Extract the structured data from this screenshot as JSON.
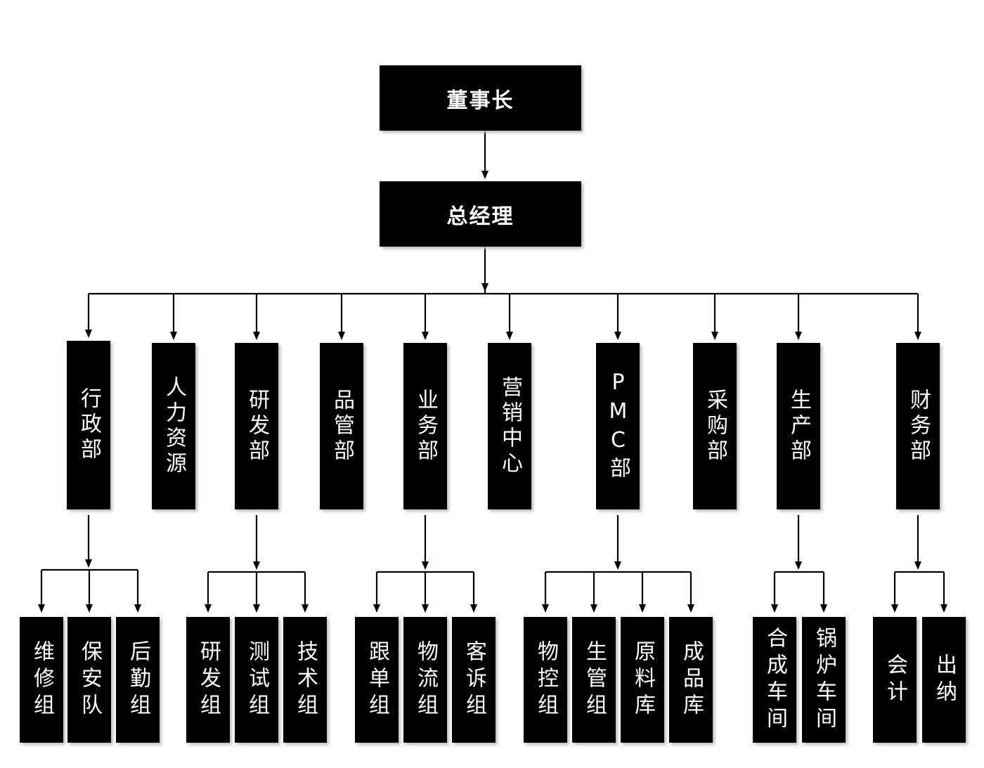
{
  "top": [
    {
      "id": "chairman",
      "label": "董事长"
    },
    {
      "id": "gm",
      "label": "总经理"
    }
  ],
  "departments": [
    {
      "id": "admin",
      "label": "行政部",
      "children": [
        "维修组",
        "保安队",
        "后勤组"
      ]
    },
    {
      "id": "hr",
      "label": "人力资源",
      "children": []
    },
    {
      "id": "rd",
      "label": "研发部",
      "children": [
        "研发组",
        "测试组",
        "技术组"
      ]
    },
    {
      "id": "qc",
      "label": "品管部",
      "children": []
    },
    {
      "id": "biz",
      "label": "业务部",
      "children": [
        "跟单组",
        "物流组",
        "客诉组"
      ]
    },
    {
      "id": "mkt",
      "label": "营销中心",
      "children": []
    },
    {
      "id": "pmc",
      "label": "PMC部",
      "children": [
        "物控组",
        "生管组",
        "原料库",
        "成品库"
      ]
    },
    {
      "id": "purch",
      "label": "采购部",
      "children": []
    },
    {
      "id": "prod",
      "label": "生产部",
      "children": [
        "合成车间",
        "锅炉车间"
      ]
    },
    {
      "id": "fin",
      "label": "财务部",
      "children": [
        "会计",
        "出纳"
      ]
    }
  ]
}
